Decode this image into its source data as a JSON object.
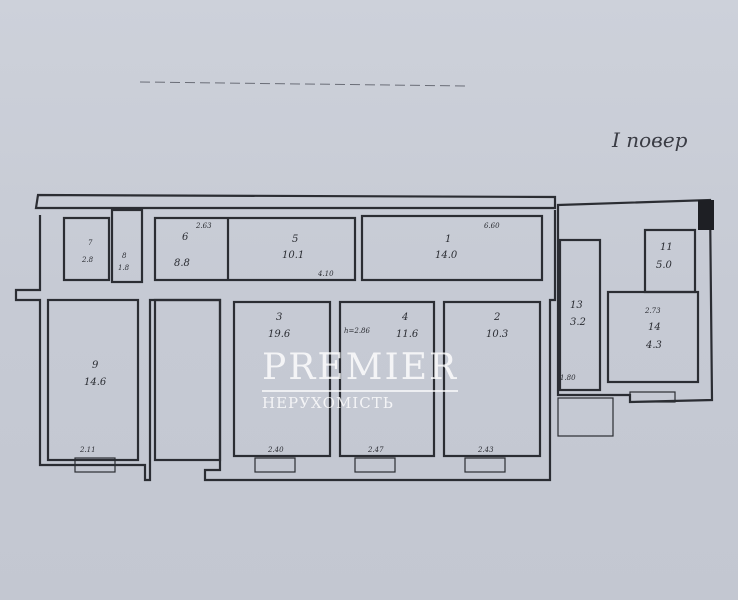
{
  "plan": {
    "floor_label": "I повер",
    "rooms": [
      {
        "num": "6",
        "area": "8.8"
      },
      {
        "num": "5",
        "area": "10.1"
      },
      {
        "num": "1",
        "area": "14.0"
      },
      {
        "num": "9",
        "area": "14.6"
      },
      {
        "num": "3",
        "area": "19.6"
      },
      {
        "num": "4",
        "area": "11.6"
      },
      {
        "num": "2",
        "area": "10.3"
      },
      {
        "num": "13",
        "area": "3.2"
      },
      {
        "num": "14",
        "area": "4.3"
      },
      {
        "num": "11",
        "area": "5.0"
      },
      {
        "num": "8",
        "area": "1.8"
      },
      {
        "num": "7",
        "area": "2.8"
      }
    ],
    "dims": [
      "2.63",
      "4.10",
      "6.60",
      "2.11",
      "2.40",
      "2.47",
      "2.43",
      "1.80",
      "2.73",
      "h=2.86"
    ]
  },
  "watermark": {
    "brand": "PREMIER",
    "subtitle": "НЕРУХОМІСТЬ"
  }
}
